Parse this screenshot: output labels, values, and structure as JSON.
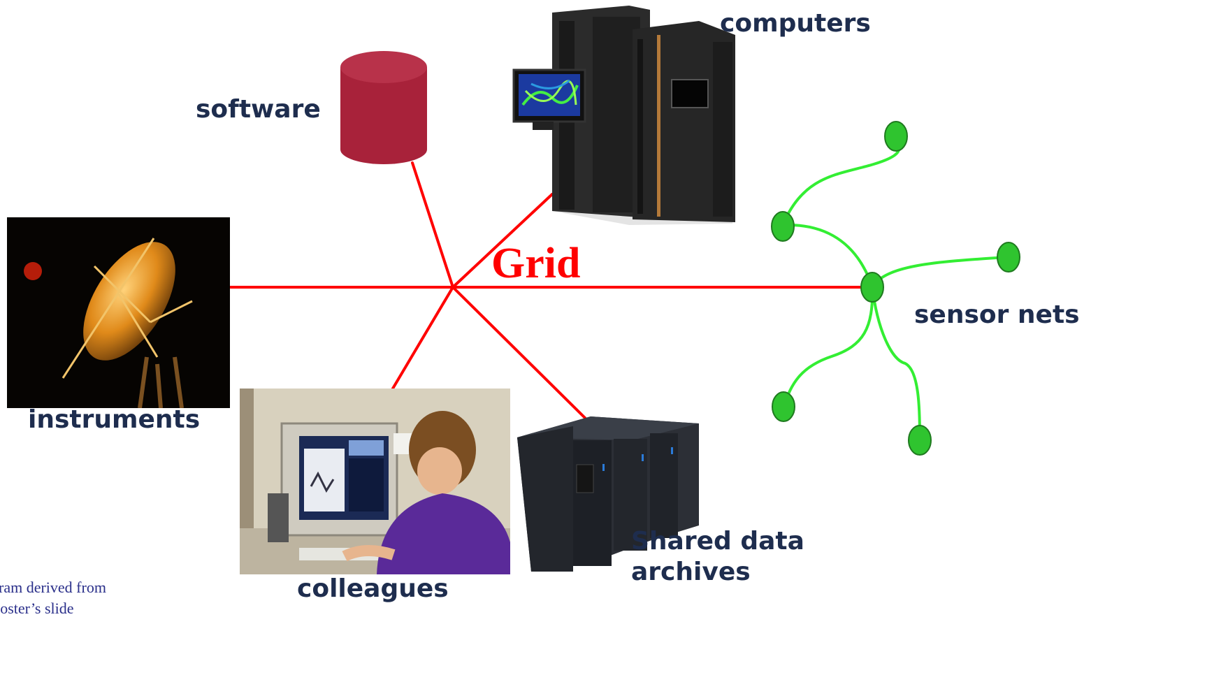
{
  "center_label": "Grid",
  "nodes": {
    "software": "software",
    "computers": "computers",
    "instruments": "instruments",
    "sensor_nets": "sensor nets",
    "colleagues": "colleagues",
    "archives_line1": "Shared data",
    "archives_line2": "archives"
  },
  "credit": {
    "line1": "ram derived from",
    "line2": "Foster’s slide"
  },
  "colors": {
    "grid_lines": "#ff0000",
    "sensor_lines": "#33ee33",
    "sensor_nodes": "#2fc42f",
    "database": "#a8223a",
    "label_text": "#1e2d4e",
    "credit_text": "#2a2f8a"
  },
  "icons": [
    "database-icon",
    "mainframe-computer-image",
    "satellite-dish-image",
    "person-at-computer-image",
    "storage-server-image",
    "sensor-network-icon"
  ]
}
